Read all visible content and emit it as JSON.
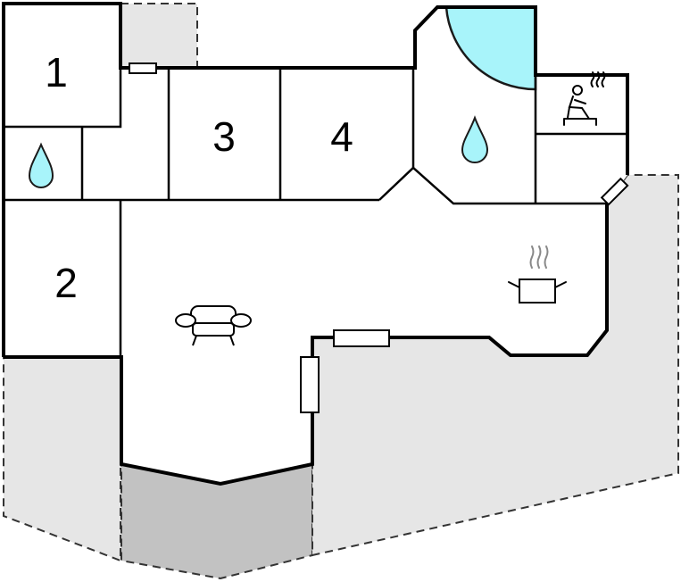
{
  "rooms": [
    {
      "id": "bedroom-1",
      "label": "1"
    },
    {
      "id": "bedroom-2",
      "label": "2"
    },
    {
      "id": "bedroom-3",
      "label": "3"
    },
    {
      "id": "bedroom-4",
      "label": "4"
    }
  ],
  "icons": {
    "bathroom": "water-drop-icon",
    "sauna": "sauna-icon",
    "kitchen": "cooking-pot-icon",
    "living": "sofa-icon",
    "window": "window-icon"
  },
  "colors": {
    "wall": "#000000",
    "background": "#ffffff",
    "outdoor_area": "#e6e6e6",
    "covered_terrace": "#c2c2c2",
    "water": "#a8f4fa",
    "water_stroke": "#1a1a1a"
  }
}
